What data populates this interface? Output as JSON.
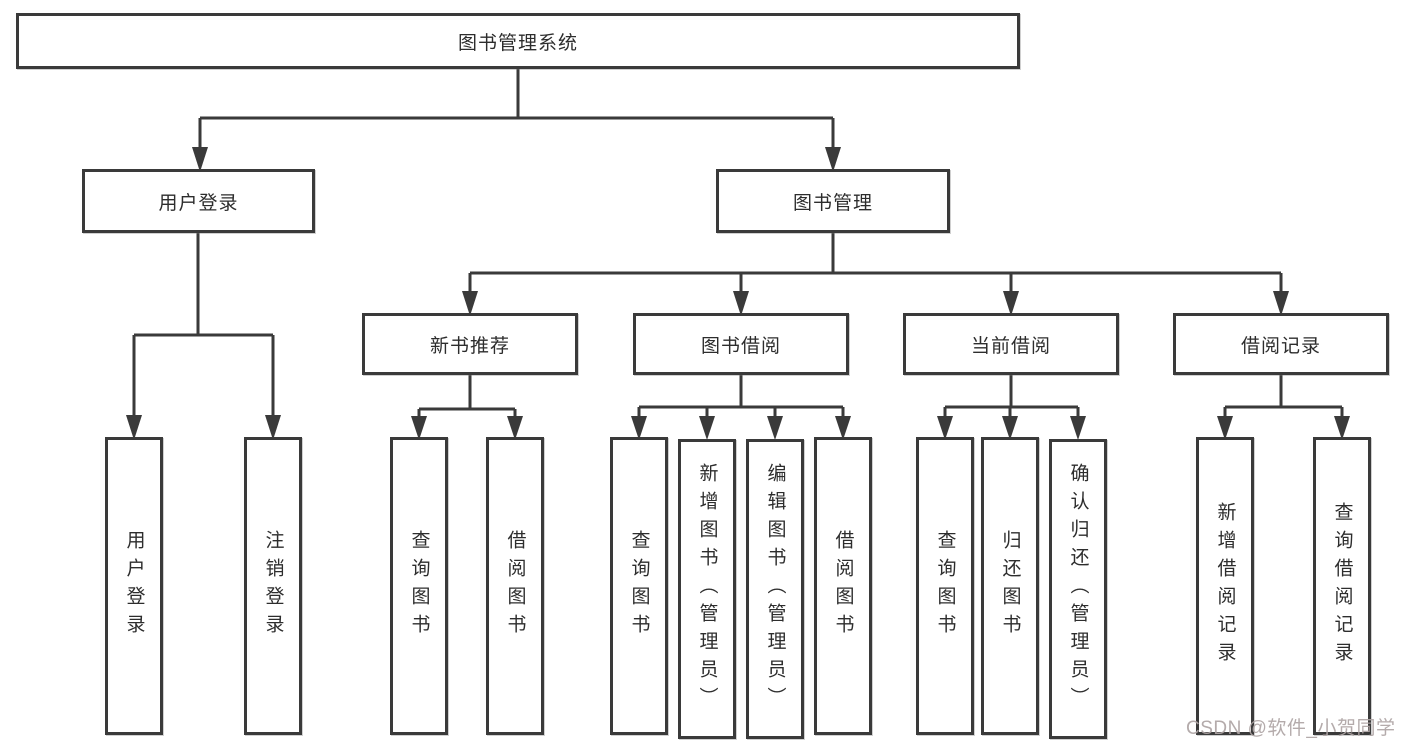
{
  "diagram": {
    "type": "tree-diagram",
    "watermark": "CSDN @软件_小贺同学",
    "colors": {
      "background": "#ffffff",
      "line": "#3a3a3a",
      "box_border": "#3a3a3a",
      "text": "#2d2d2d",
      "watermark": "#aea4a4"
    },
    "nodes": {
      "root": {
        "label": "图书管理系统"
      },
      "user_login": {
        "label": "用户登录"
      },
      "book_mgmt": {
        "label": "图书管理"
      },
      "new_book": {
        "label": "新书推荐"
      },
      "book_borrow": {
        "label": "图书借阅"
      },
      "current_borrow": {
        "label": "当前借阅"
      },
      "borrow_record": {
        "label": "借阅记录"
      },
      "leaf_user_login": {
        "label": "用户登录"
      },
      "leaf_user_logout": {
        "label": "注销登录"
      },
      "leaf_nb_query": {
        "label": "查询图书"
      },
      "leaf_nb_borrow": {
        "label": "借阅图书"
      },
      "leaf_bb_query": {
        "label": "查询图书"
      },
      "leaf_bb_add": {
        "label": "新增图书（管理员）"
      },
      "leaf_bb_edit": {
        "label": "编辑图书（管理员）"
      },
      "leaf_bb_borrow": {
        "label": "借阅图书"
      },
      "leaf_cb_query": {
        "label": "查询图书"
      },
      "leaf_cb_return": {
        "label": "归还图书"
      },
      "leaf_cb_confirm": {
        "label": "确认归还（管理员）"
      },
      "leaf_br_add": {
        "label": "新增借阅记录"
      },
      "leaf_br_query": {
        "label": "查询借阅记录"
      }
    },
    "edges": [
      "root->user_login",
      "root->book_mgmt",
      "user_login->leaf_user_login",
      "user_login->leaf_user_logout",
      "book_mgmt->new_book",
      "book_mgmt->book_borrow",
      "book_mgmt->current_borrow",
      "book_mgmt->borrow_record",
      "new_book->leaf_nb_query",
      "new_book->leaf_nb_borrow",
      "book_borrow->leaf_bb_query",
      "book_borrow->leaf_bb_add",
      "book_borrow->leaf_bb_edit",
      "book_borrow->leaf_bb_borrow",
      "current_borrow->leaf_cb_query",
      "current_borrow->leaf_cb_return",
      "current_borrow->leaf_cb_confirm",
      "borrow_record->leaf_br_add",
      "borrow_record->leaf_br_query"
    ]
  }
}
